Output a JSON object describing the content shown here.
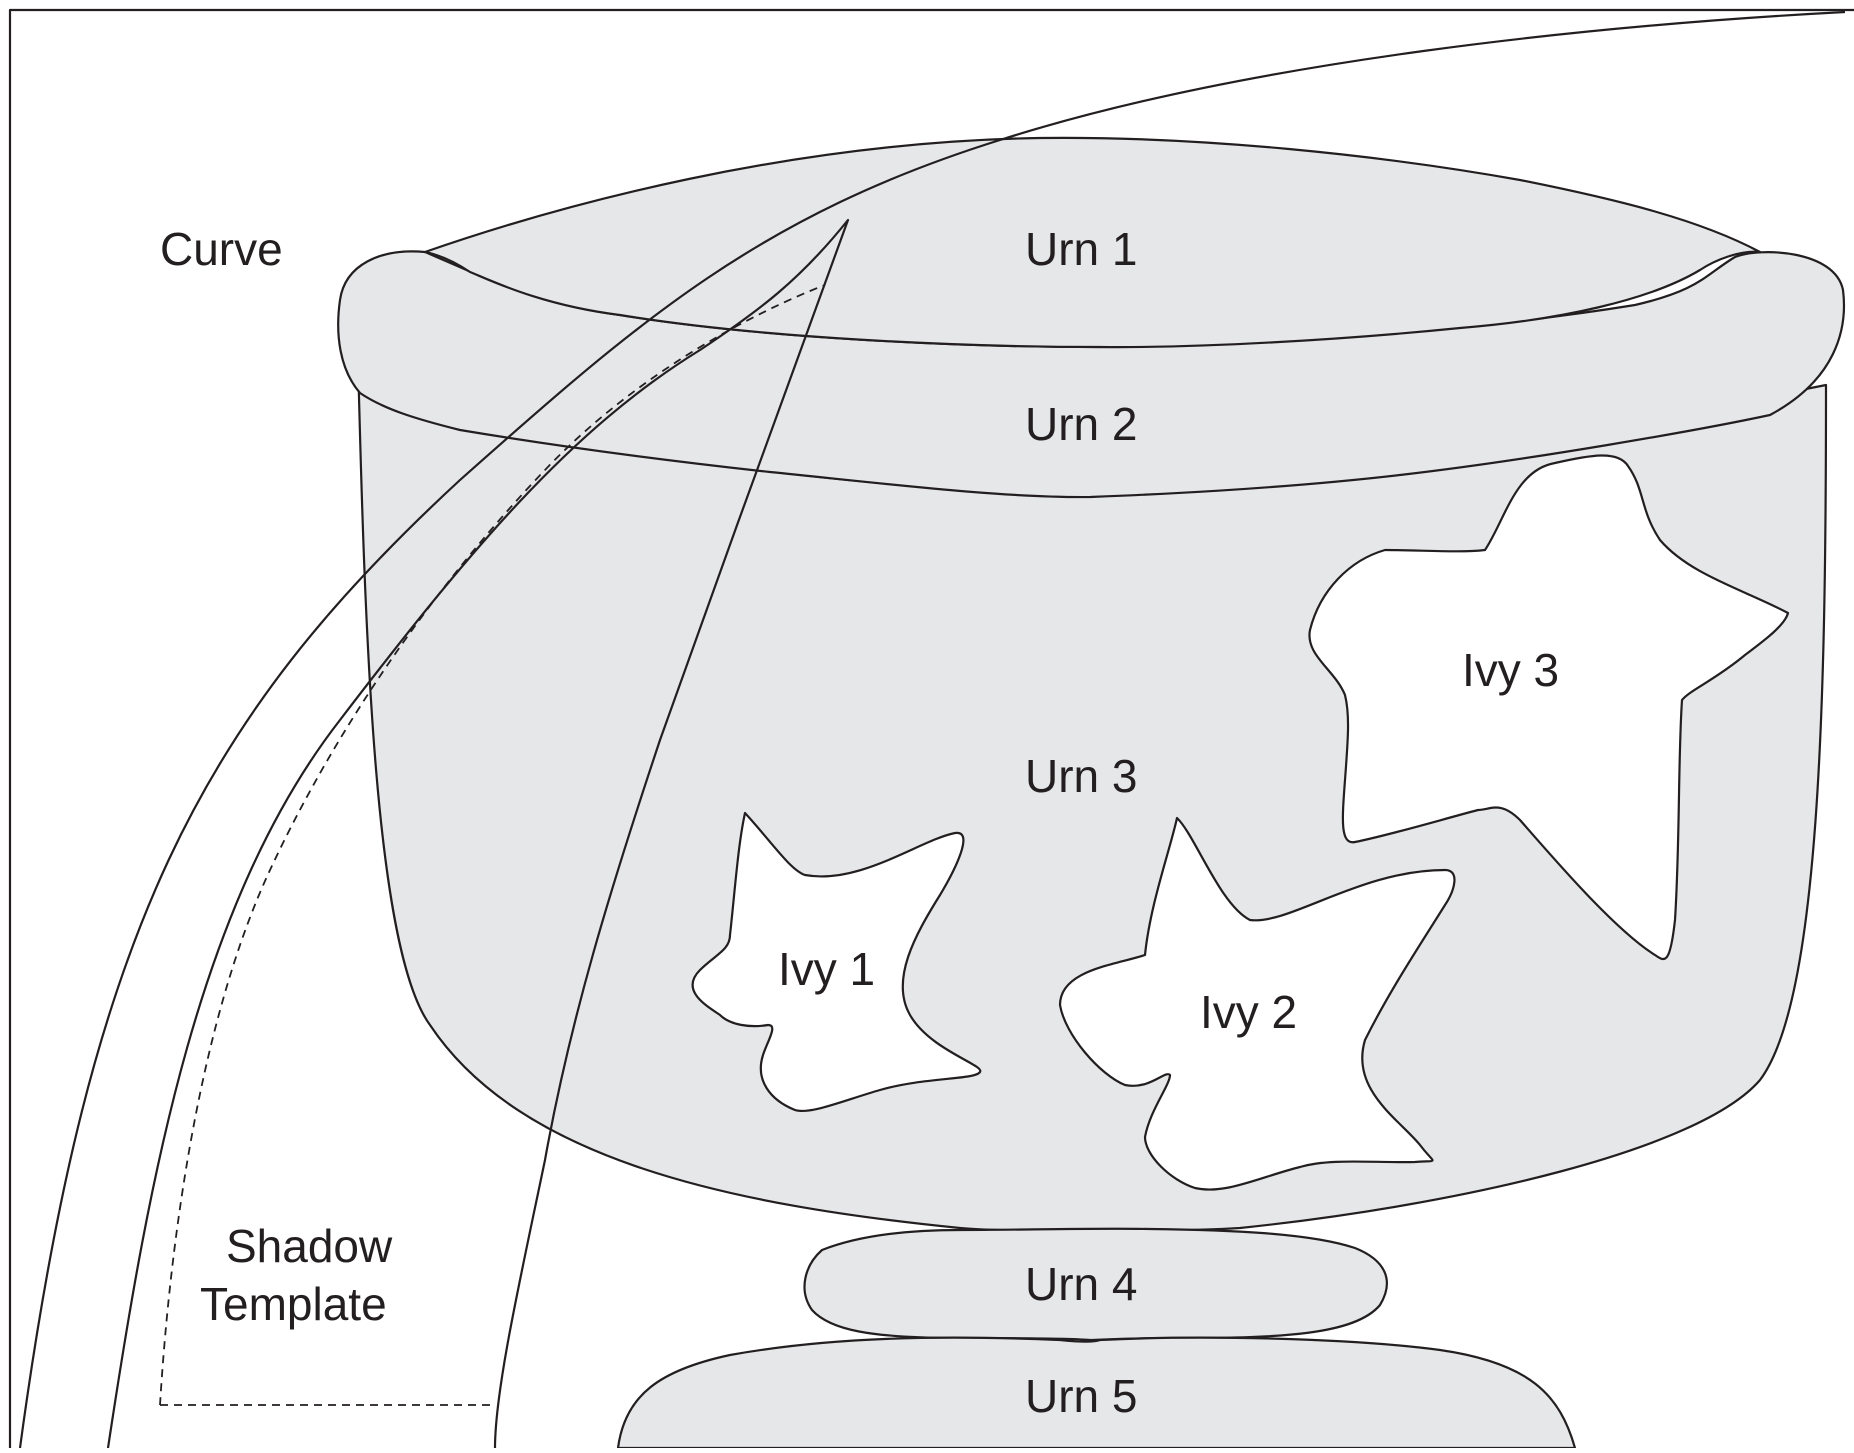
{
  "labels": {
    "curve": "Curve",
    "urn1": "Urn 1",
    "urn2": "Urn 2",
    "urn3": "Urn 3",
    "urn4": "Urn 4",
    "urn5": "Urn 5",
    "ivy1": "Ivy 1",
    "ivy2": "Ivy 2",
    "ivy3": "Ivy 3",
    "shadow_line1": "Shadow",
    "shadow_line2": "Template"
  },
  "colors": {
    "fill": "#e6e7e8",
    "stroke": "#231f20",
    "background": "#ffffff"
  }
}
